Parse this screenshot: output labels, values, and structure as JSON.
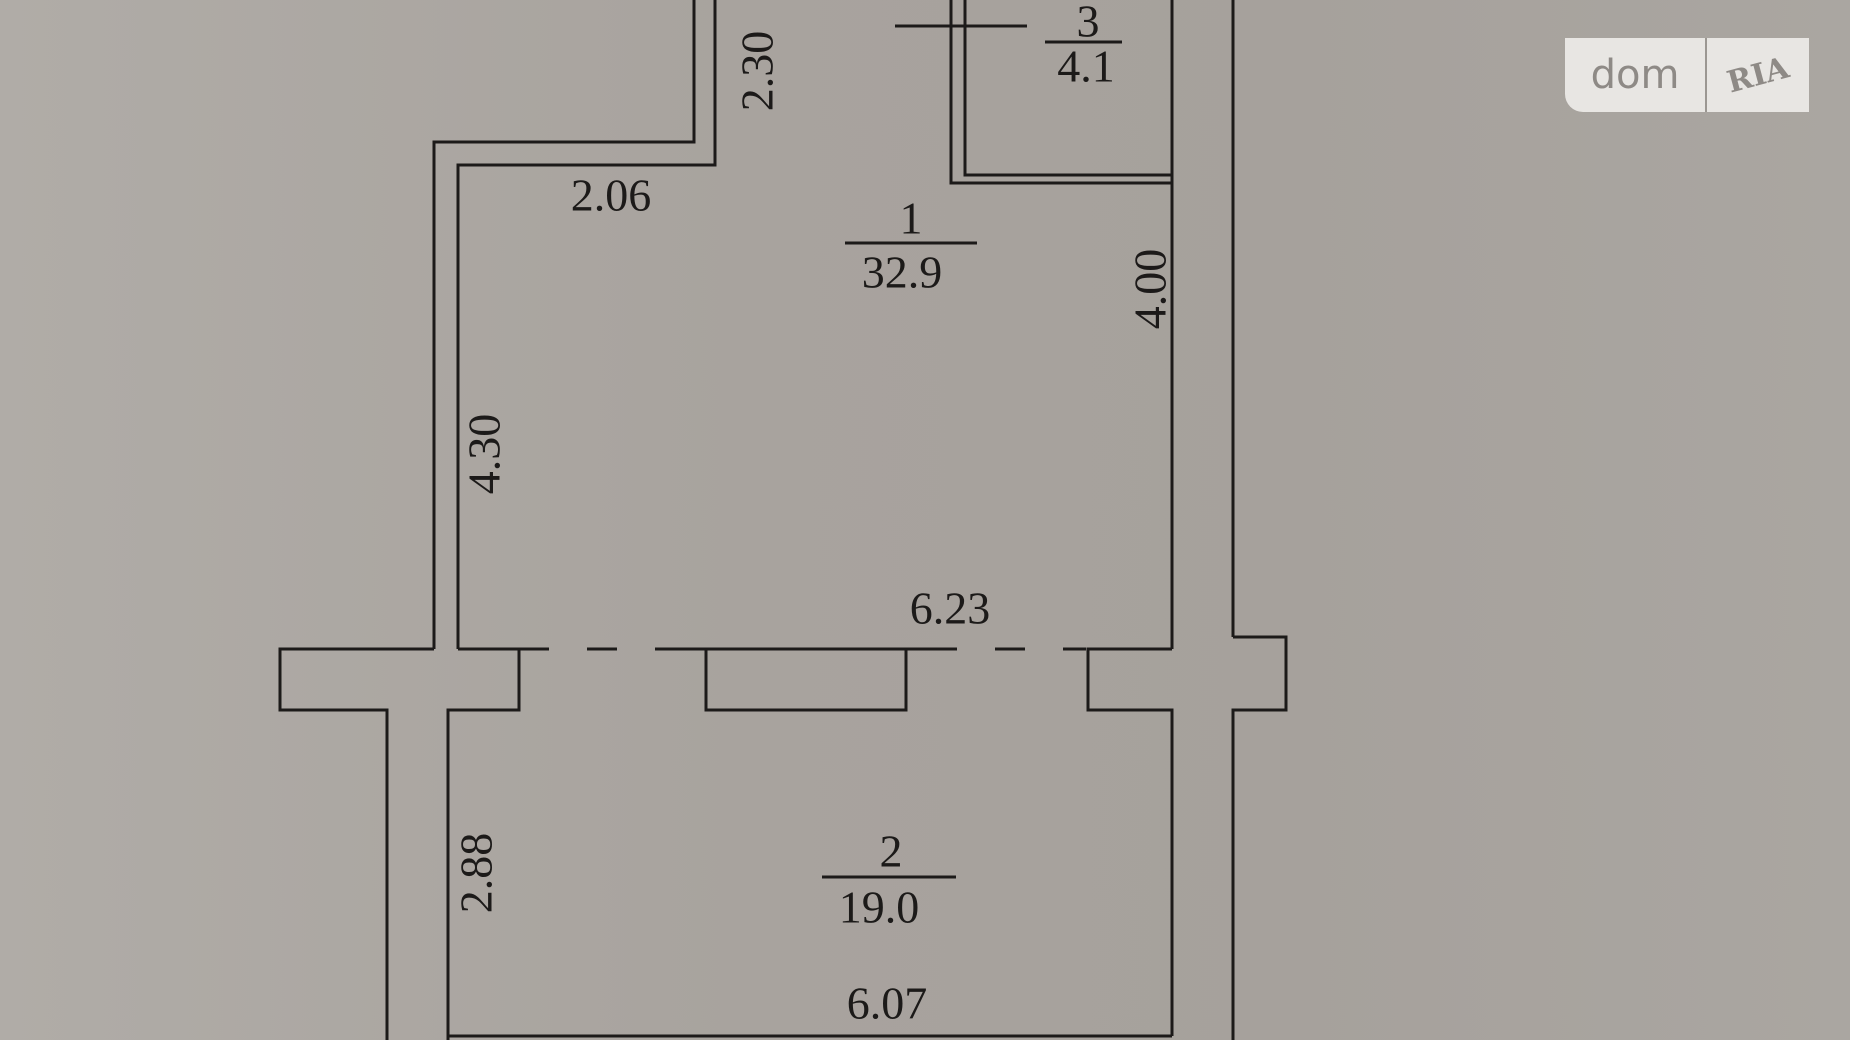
{
  "rooms": [
    {
      "number": "1",
      "area": "32.9"
    },
    {
      "number": "2",
      "area": "19.0"
    },
    {
      "number": "3",
      "area": "4.1"
    }
  ],
  "dimensions": {
    "upper_wall": "2.30",
    "top_left": "2.06",
    "right_upper": "4.00",
    "left_upper": "4.30",
    "opening": "6.23",
    "left_lower": "2.88",
    "bottom": "6.07"
  },
  "logo": {
    "dom": "dom",
    "ria": "RIA"
  }
}
